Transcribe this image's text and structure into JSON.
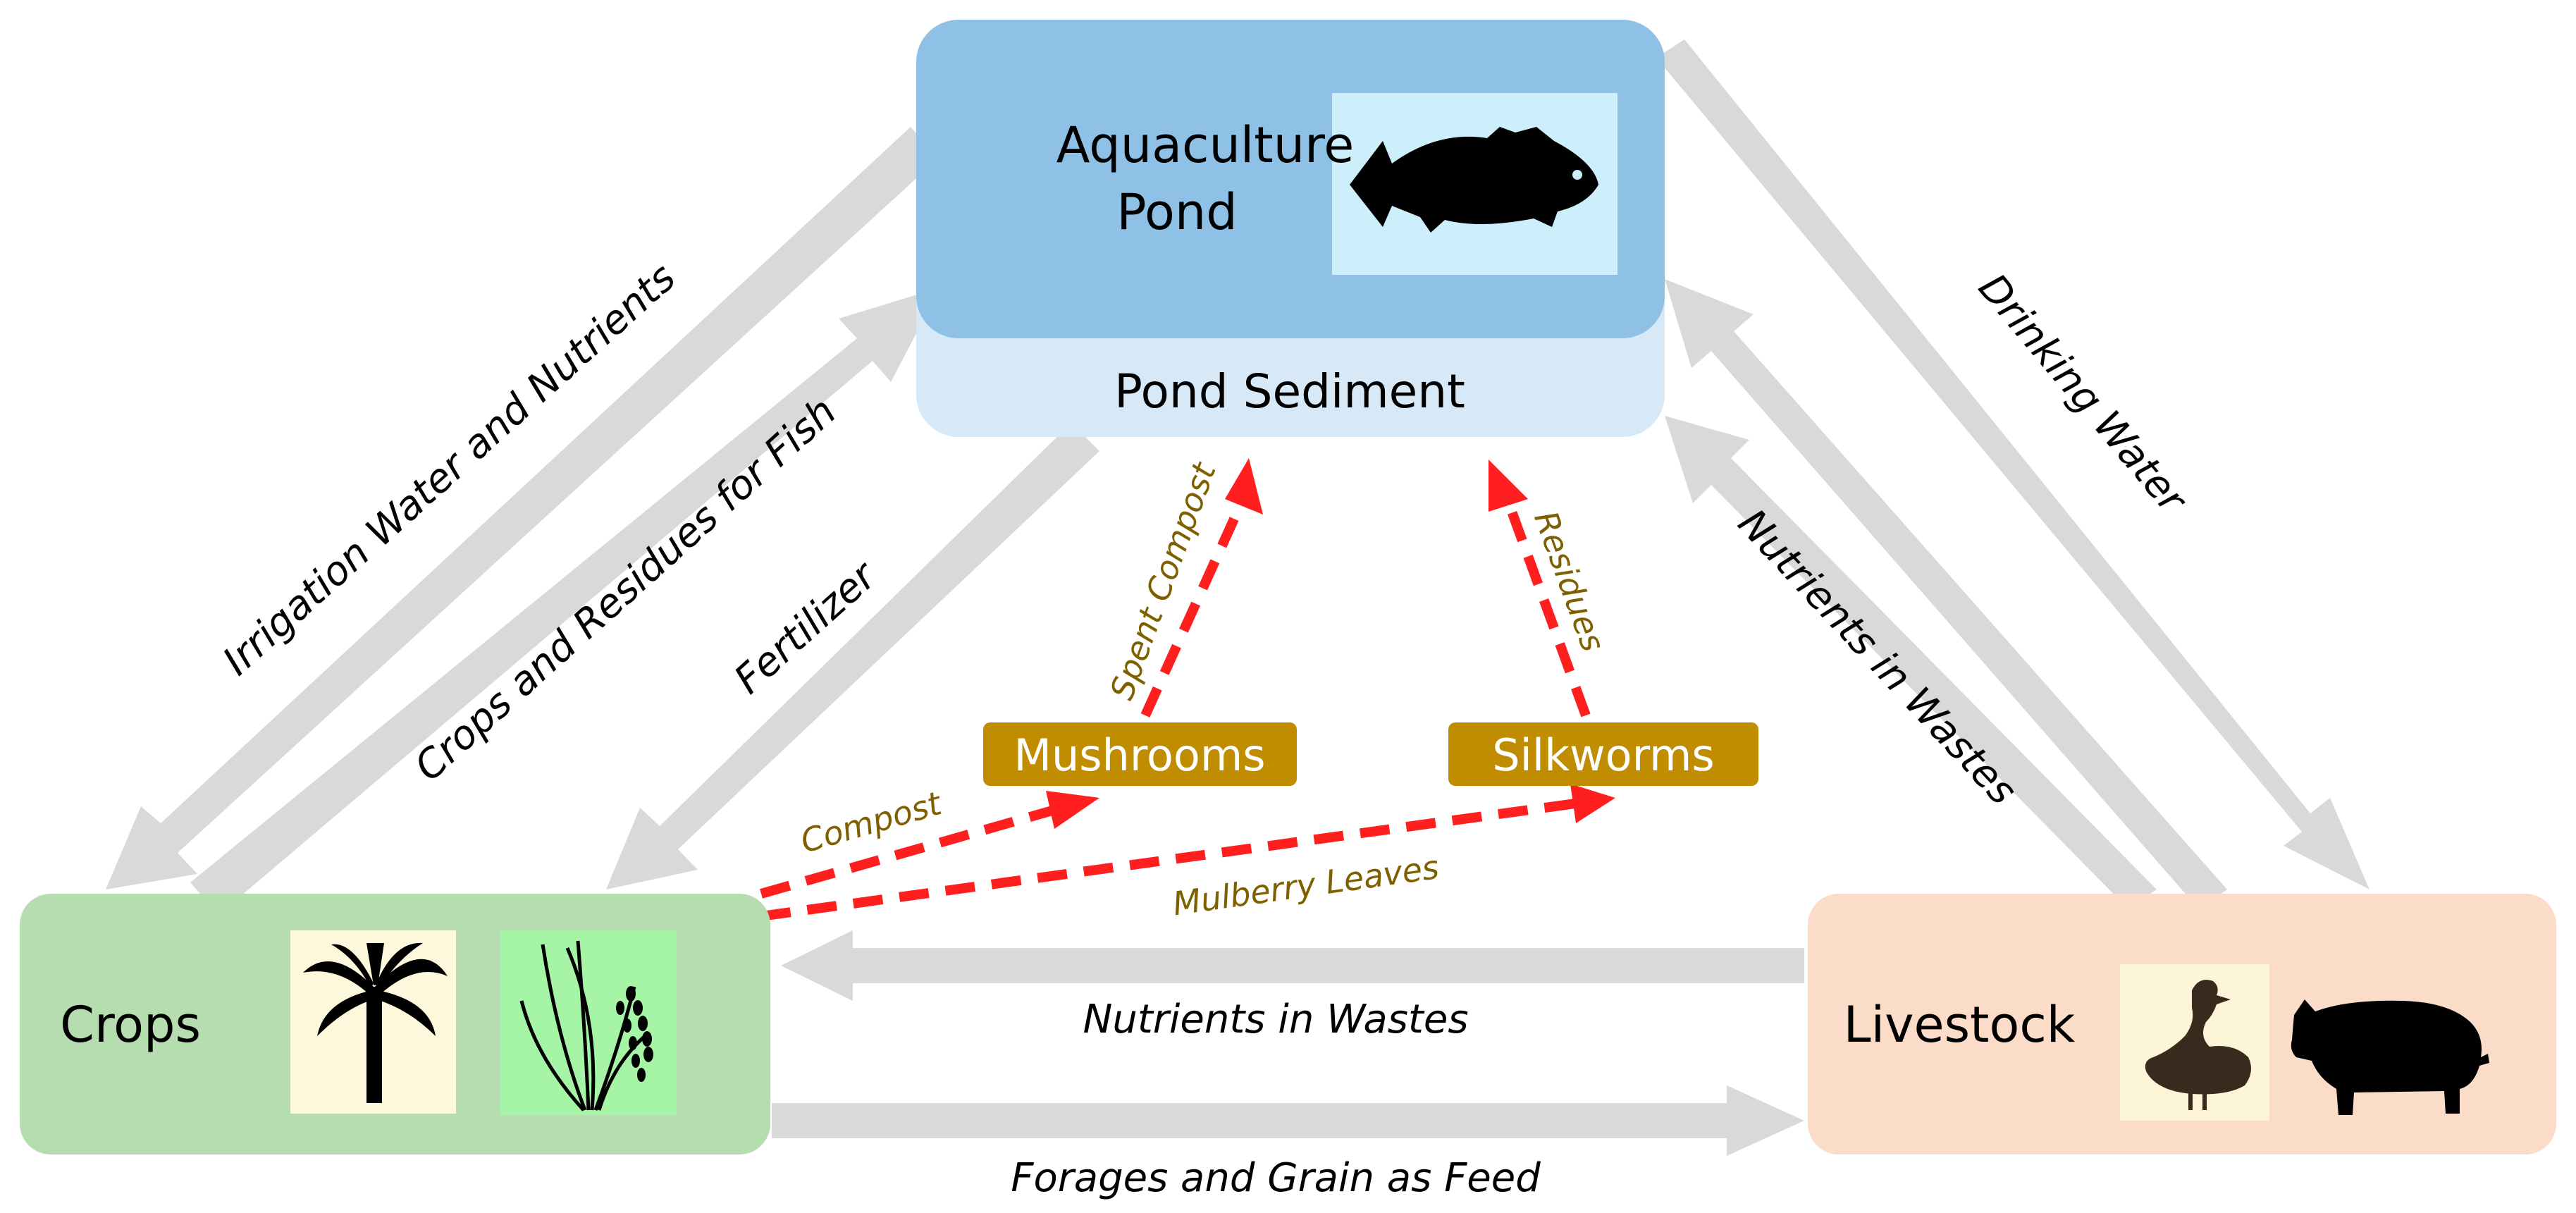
{
  "nodes": {
    "pond": {
      "title_line1": "Aquaculture",
      "title_line2": "Pond",
      "icon": "fish-icon"
    },
    "sediment": {
      "label": "Pond Sediment"
    },
    "crops": {
      "label": "Crops",
      "icons": [
        "banana-tree-icon",
        "rice-plant-icon"
      ]
    },
    "livestock": {
      "label": "Livestock",
      "icons": [
        "duck-icon",
        "pig-icon"
      ]
    },
    "mushrooms": {
      "label": "Mushrooms"
    },
    "silkworms": {
      "label": "Silkworms"
    }
  },
  "flows": {
    "irrigation": "Irrigation Water and Nutrients",
    "crops_residues": "Crops and Residues for Fish",
    "fertilizer": "Fertilizer",
    "drinking_water": "Drinking Water",
    "nutrients_wastes_right": "Nutrients in Wastes",
    "nutrients_wastes_bottom": "Nutrients in Wastes",
    "forages": "Forages and Grain as Feed",
    "spent_compost": "Spent Compost",
    "residues": "Residues",
    "compost": "Compost",
    "mulberry": "Mulberry Leaves"
  },
  "colors": {
    "pond_fill": "#8fc1e6",
    "pond_icon_bg": "#cdeffb",
    "sediment_fill": "#d7e8f6",
    "crops_fill": "#b6ddb0",
    "banana_bg": "#fdf7dc",
    "rice_bg": "#a6f5a6",
    "livestock_fill": "#fadcc9",
    "duck_bg": "#fdf5d8",
    "box_gold": "#c08c00",
    "arrow_gray": "#d9d9d9",
    "arrow_red": "#ff1f1f",
    "label_olive": "#7f6000"
  }
}
